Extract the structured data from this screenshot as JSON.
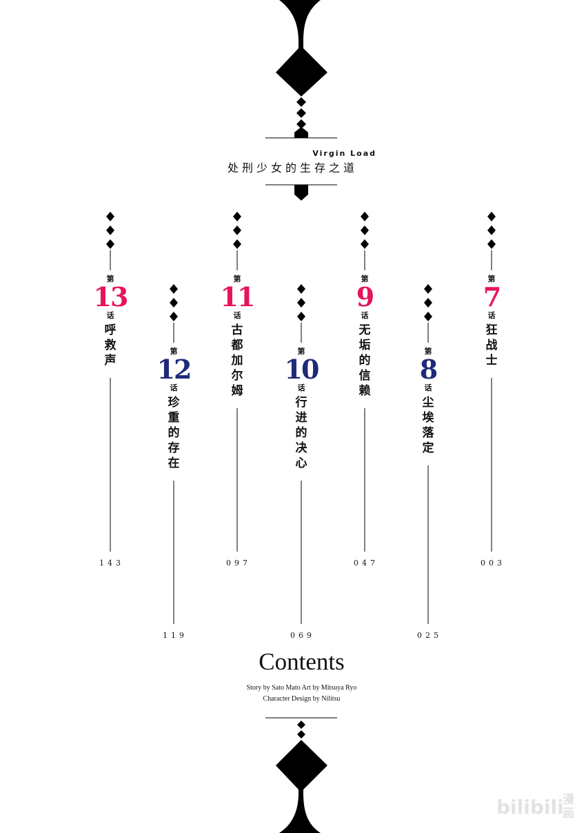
{
  "title": {
    "en": "Virgin Load",
    "cn": "处刑少女的生存之道"
  },
  "chapter_prefix": "第",
  "chapter_suffix": "话",
  "colors": {
    "pink": "#e6145a",
    "navy": "#1f2a7a",
    "ink": "#111111"
  },
  "chapters": [
    {
      "num": "13",
      "title": "呼救声",
      "page": "143",
      "color": "#e6145a"
    },
    {
      "num": "12",
      "title": "珍重的存在",
      "page": "119",
      "color": "#1f2a7a"
    },
    {
      "num": "11",
      "title": "古都加尔姆",
      "page": "097",
      "color": "#e6145a"
    },
    {
      "num": "10",
      "title": "行进的决心",
      "page": "069",
      "color": "#1f2a7a"
    },
    {
      "num": "9",
      "title": "无垢的信赖",
      "page": "047",
      "color": "#e6145a"
    },
    {
      "num": "8",
      "title": "尘埃落定",
      "page": "025",
      "color": "#1f2a7a"
    },
    {
      "num": "7",
      "title": "狂战士",
      "page": "003",
      "color": "#e6145a"
    }
  ],
  "contents_heading": "Contents",
  "credits": {
    "line1": "Story by Sato Mato Art by Mitsuya Ryo",
    "line2": "Character Design by Nilitsu"
  },
  "watermark": {
    "text": "bilibili",
    "cn": "漫画"
  }
}
